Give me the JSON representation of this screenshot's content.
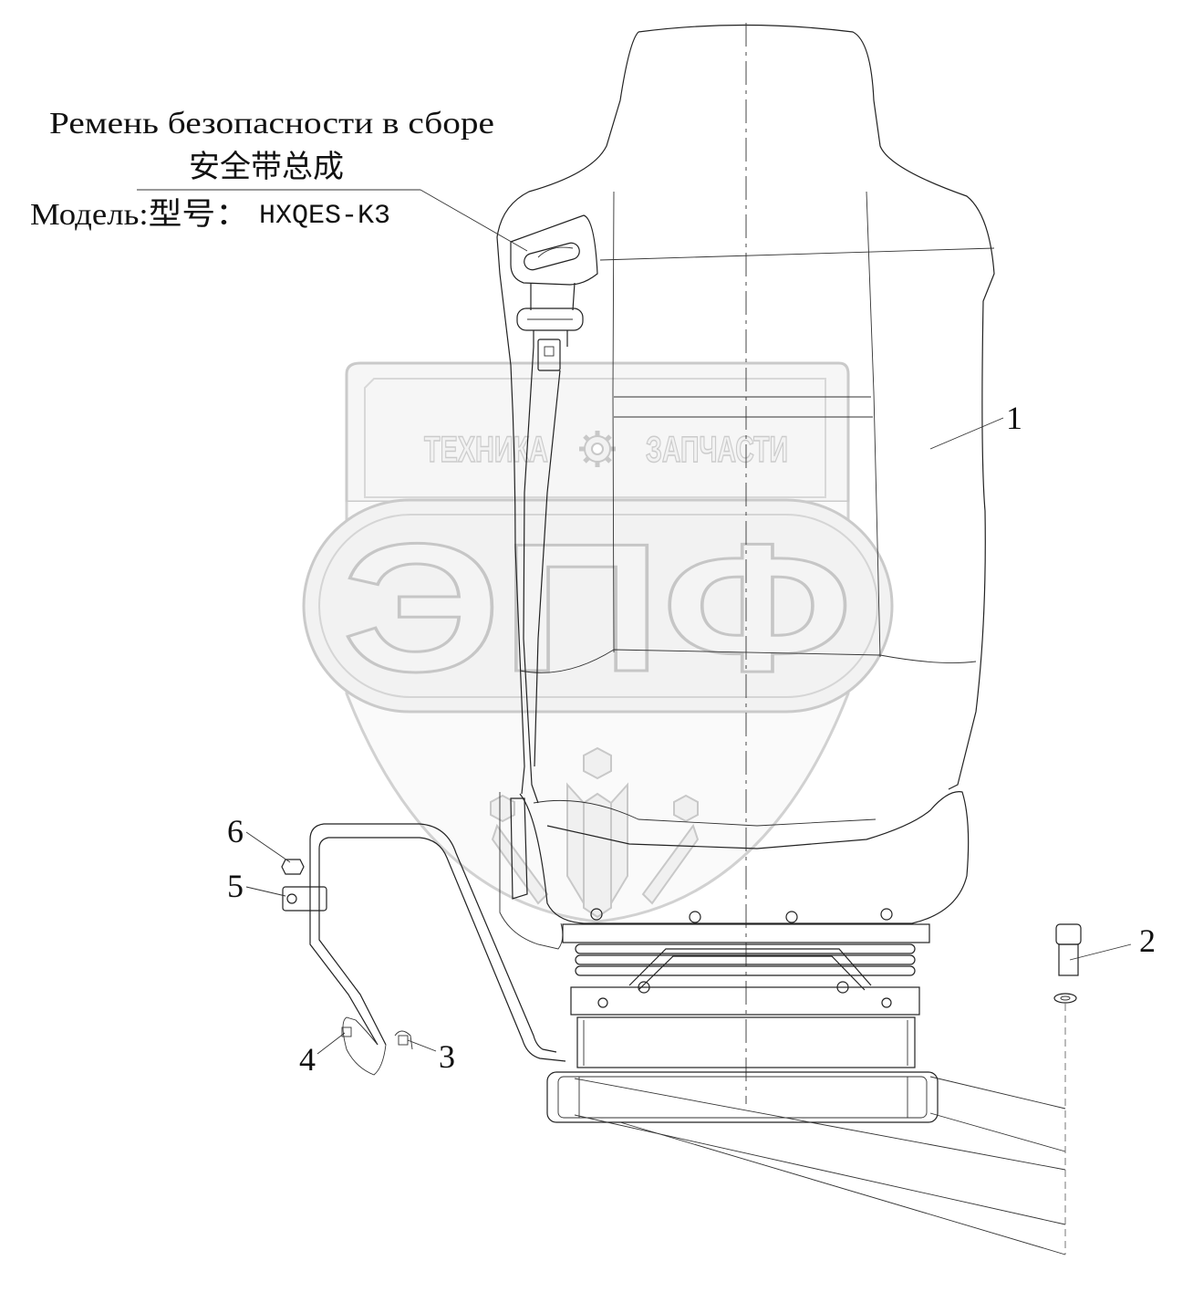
{
  "title": {
    "line1": "Ремень безопасности в сборе",
    "line2": "安全带总成",
    "line3_label": "Модель:型号：",
    "line3_model": "HXQES-K3"
  },
  "callouts": [
    {
      "num": "1"
    },
    {
      "num": "2"
    },
    {
      "num": "3"
    },
    {
      "num": "4"
    },
    {
      "num": "5"
    },
    {
      "num": "6"
    }
  ],
  "watermark": {
    "left_word": "ТЕХНИКА",
    "right_word": "ЗАПЧАСТИ",
    "logo": "ЭПФ"
  },
  "icons": {
    "gear": "gear-icon"
  }
}
